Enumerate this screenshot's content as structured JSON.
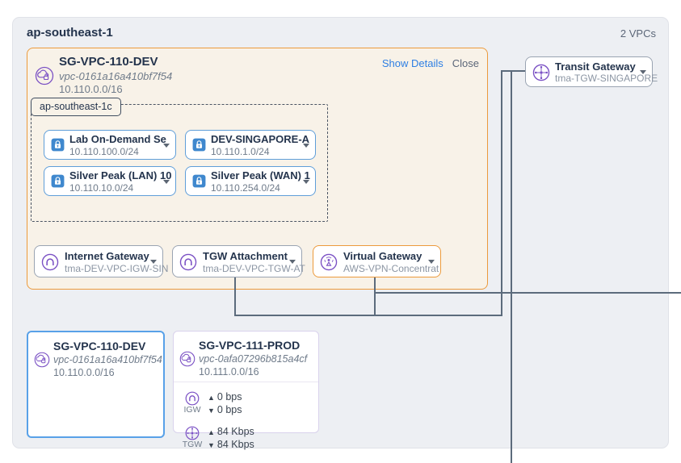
{
  "region": {
    "title": "ap-southeast-1",
    "vpc_count": "2 VPCs"
  },
  "vpc_detail": {
    "title": "SG-VPC-110-DEV",
    "vpc_id": "vpc-0161a16a410bf7f54",
    "cidr": "10.110.0.0/16",
    "actions": {
      "show_details": "Show Details",
      "close": "Close"
    },
    "availability_zone": "ap-southeast-1c",
    "subnets": [
      {
        "name": "Lab On-Demand Se",
        "cidr": "10.110.100.0/24"
      },
      {
        "name": "DEV-SINGAPORE-A",
        "cidr": "10.110.1.0/24"
      },
      {
        "name": "Silver Peak (LAN) 10",
        "cidr": "10.110.10.0/24"
      },
      {
        "name": "Silver Peak (WAN) 1",
        "cidr": "10.110.254.0/24"
      }
    ],
    "gateways": [
      {
        "name": "Internet Gateway",
        "id": "tma-DEV-VPC-IGW-SIN"
      },
      {
        "name": "TGW Attachment",
        "id": "tma-DEV-VPC-TGW-AT"
      },
      {
        "name": "Virtual Gateway",
        "id": "AWS-VPN-Concentrat"
      }
    ]
  },
  "transit_gateway": {
    "name": "Transit Gateway",
    "id": "tma-TGW-SINGAPORE"
  },
  "vpc_cards": [
    {
      "title": "SG-VPC-110-DEV",
      "vpc_id": "vpc-0161a16a410bf7f54",
      "cidr": "10.110.0.0/16",
      "selected": true
    },
    {
      "title": "SG-VPC-111-PROD",
      "vpc_id": "vpc-0afa07296b815a4cf",
      "cidr": "10.111.0.0/16",
      "selected": false,
      "stats": [
        {
          "gateway": "IGW",
          "up": "0 bps",
          "down": "0 bps"
        },
        {
          "gateway": "TGW",
          "up": "84 Kbps",
          "down": "84 Kbps"
        }
      ]
    }
  ],
  "icons": {
    "up_arrow": "▲",
    "down_arrow": "▼"
  },
  "colors": {
    "accent_orange": "#EC9A3C",
    "accent_blue": "#3F88CE",
    "accent_purple": "#7A50C4",
    "selected_border": "#58A1E8",
    "connection_line": "#5C6B7C",
    "link_blue": "#2E7FE3",
    "region_background": "#EDEFF3",
    "vpc_background": "#F8F2E8"
  }
}
